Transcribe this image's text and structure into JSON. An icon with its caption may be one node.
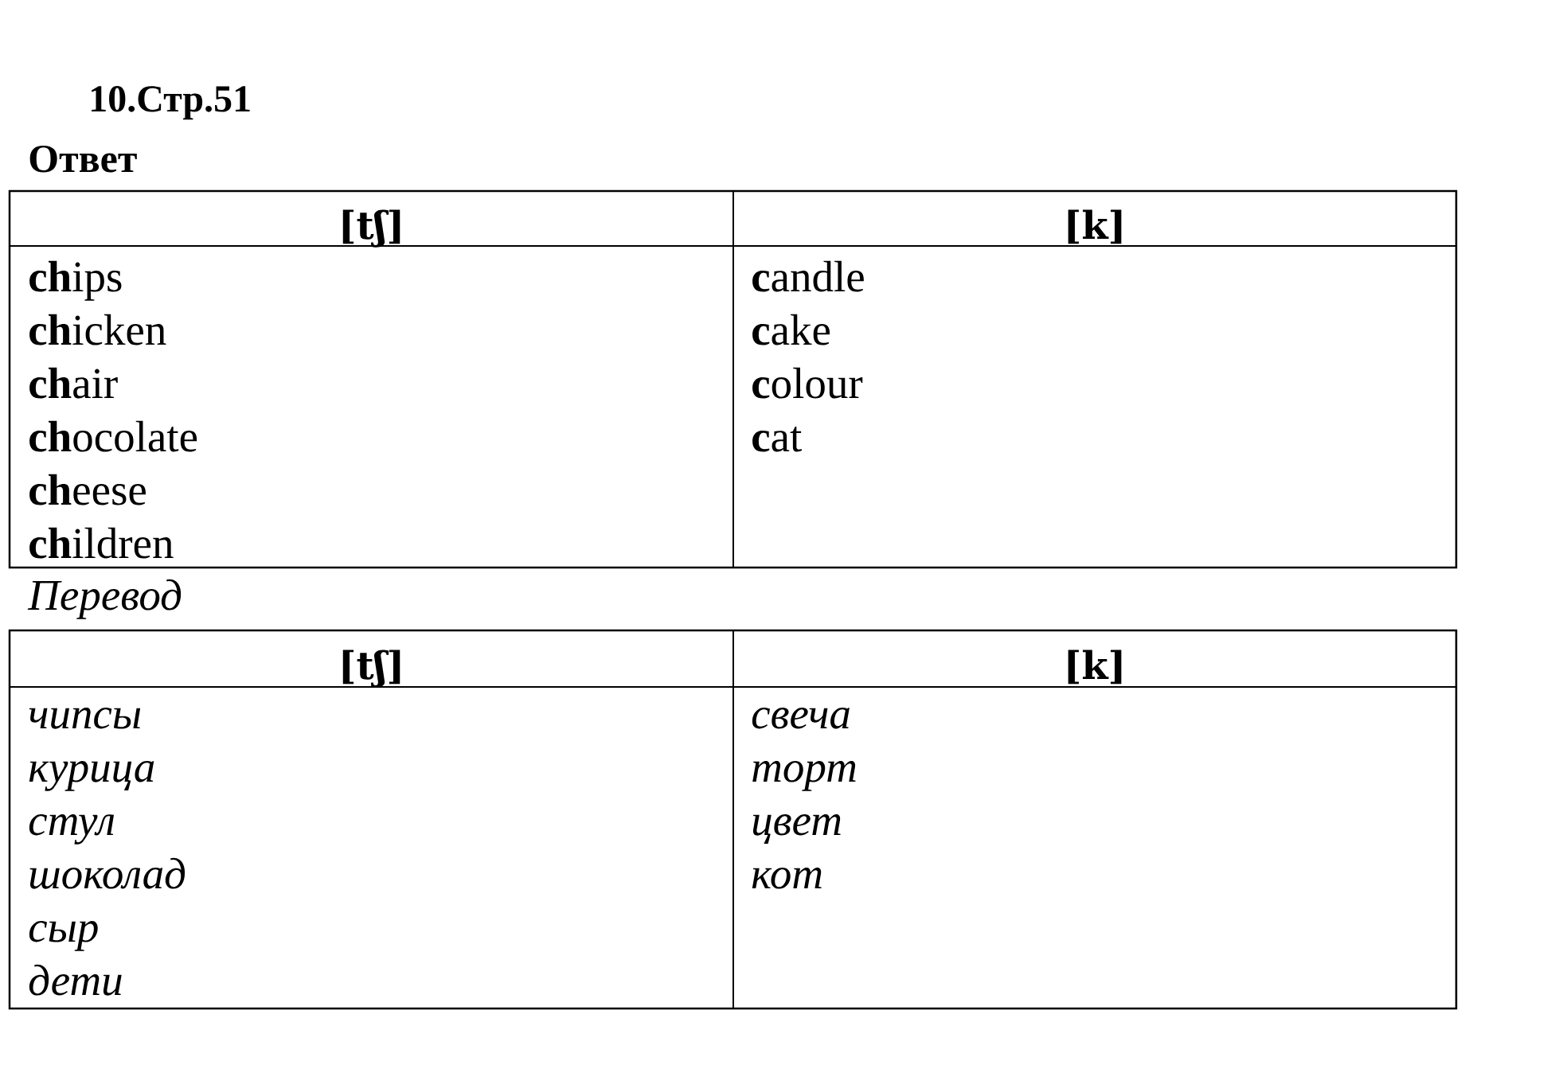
{
  "diagram": {
    "title": "10.Стр.51",
    "labels": [
      "Ответ",
      "[tʃ]",
      "[k]",
      "**ch**ips",
      "**c**andle",
      "**ch**icken",
      "**c**ake",
      "**ch**air",
      "**c**olour",
      "**ch**ocolate",
      "**c**at",
      "**ch**eese",
      "**ch**ildren",
      "Перевод",
      "[tʃ]",
      "[k]",
      "чипсы",
      "свеча",
      "курица",
      "торт",
      "стул",
      "цвет",
      "шоколад",
      "кот",
      "сыр",
      "дети"
    ]
  }
}
